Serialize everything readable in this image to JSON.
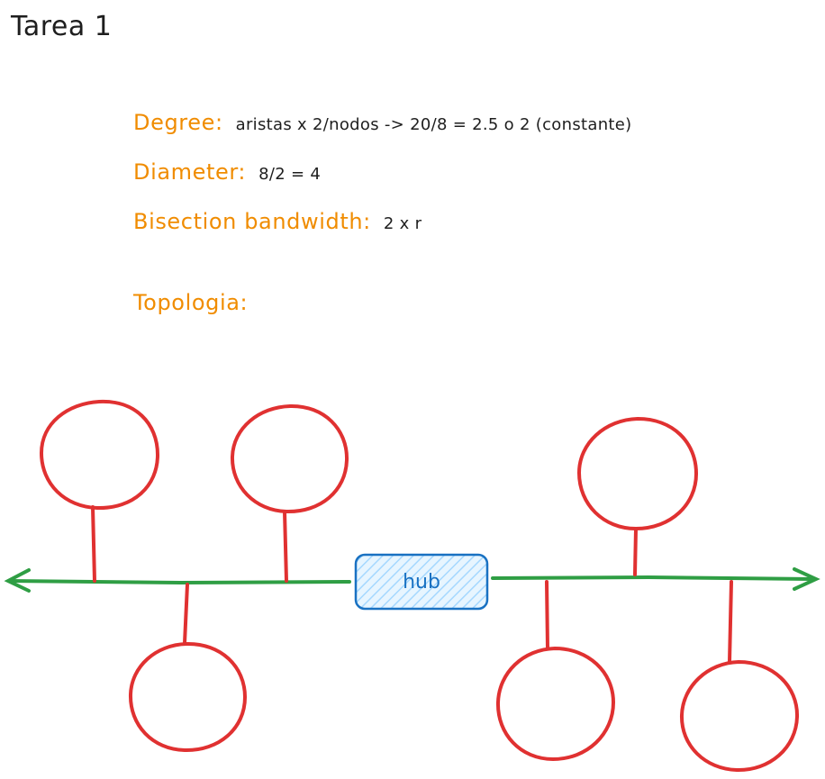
{
  "title": "Tarea 1",
  "properties": {
    "degree": {
      "label": "Degree:",
      "value": "aristas x 2/nodos -> 20/8 = 2.5 o 2 (constante)"
    },
    "diameter": {
      "label": "Diameter:",
      "value": "8/2 = 4"
    },
    "bisection": {
      "label": "Bisection bandwidth:",
      "value": "2 x r"
    },
    "topologia": {
      "label": "Topologia:"
    }
  },
  "diagram": {
    "hub_label": "hub",
    "colors": {
      "bus": "#2f9e44",
      "node": "#e03131",
      "hub_stroke": "#1971c2",
      "hub_fill": "#a5d8ff",
      "label_orange": "#f08c00",
      "text": "#1e1e1e"
    }
  }
}
